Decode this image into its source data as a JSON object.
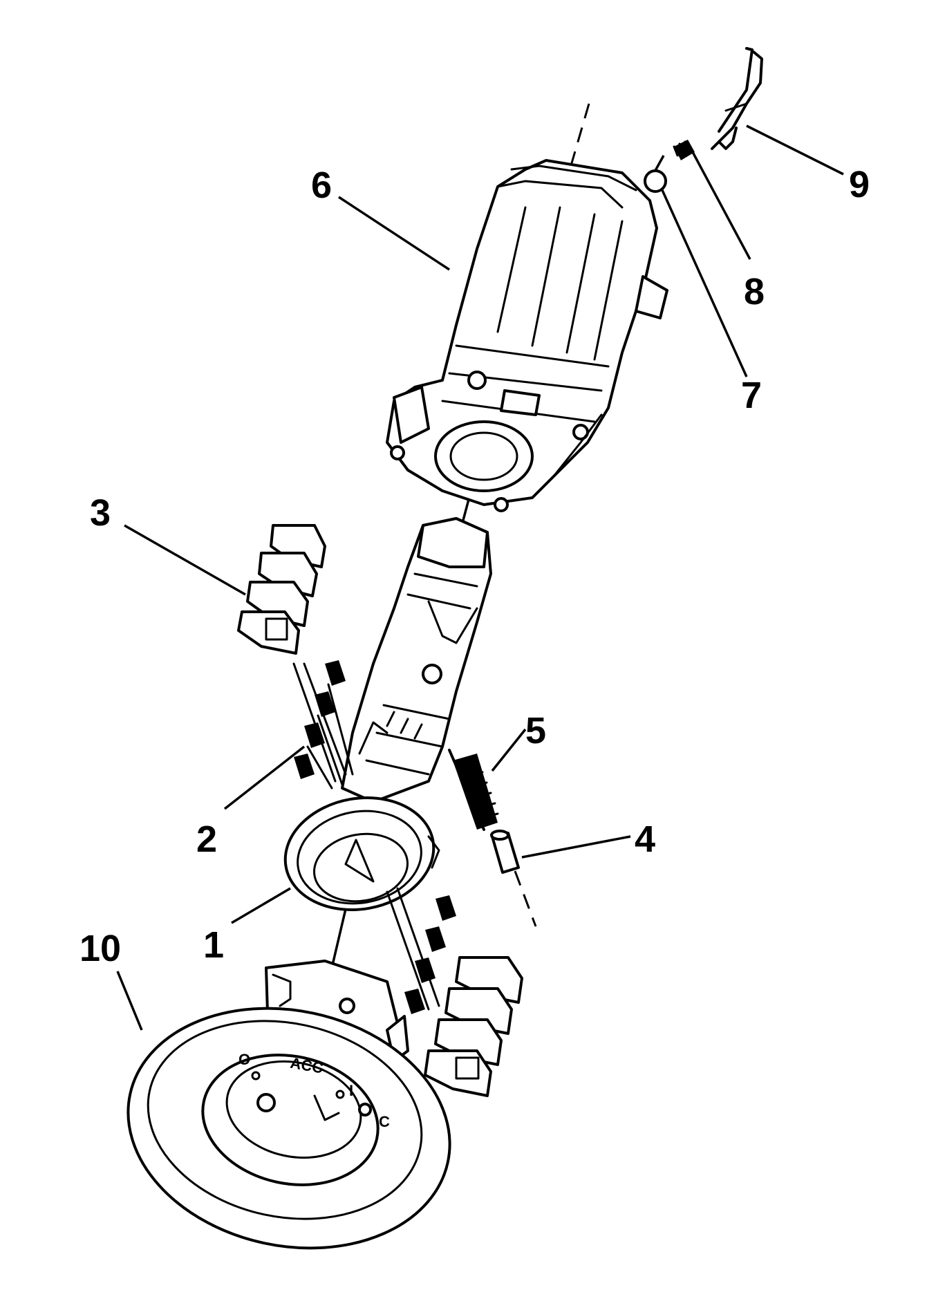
{
  "callouts": [
    "1",
    "2",
    "3",
    "4",
    "5",
    "6",
    "7",
    "8",
    "9",
    "10"
  ],
  "bezel_markings": {
    "off": "O",
    "acc": "ACC",
    "run": "I",
    "start": "C"
  }
}
